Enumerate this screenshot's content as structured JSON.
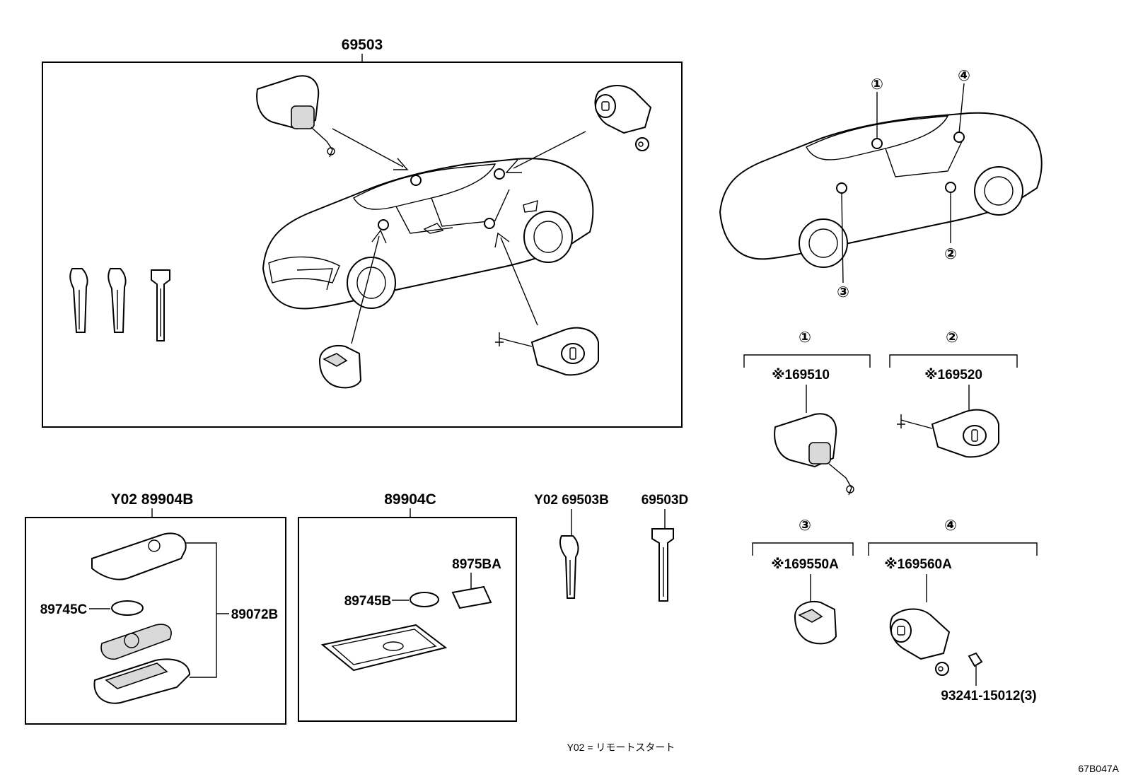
{
  "diagram": {
    "labels": {
      "main_assembly": "69503",
      "remote_key_assy": "Y02 89904B",
      "card_key_assy": "89904C",
      "key_blank_b": "Y02 69503B",
      "key_blank_d": "69503D",
      "battery_c": "89745C",
      "battery_b": "89745B",
      "sheet": "8975BA",
      "key_case": "89072B",
      "cyl_1_part": "※169510",
      "cyl_2_part": "※169520",
      "cyl_3_part": "※169550A",
      "cyl_4_part": "※169560A",
      "screw": "93241-15012(3)"
    },
    "callouts": {
      "c1": "①",
      "c2": "②",
      "c3": "③",
      "c4": "④"
    },
    "legend": "Y02 = リモートスタート",
    "figure_code": "67B047A"
  }
}
